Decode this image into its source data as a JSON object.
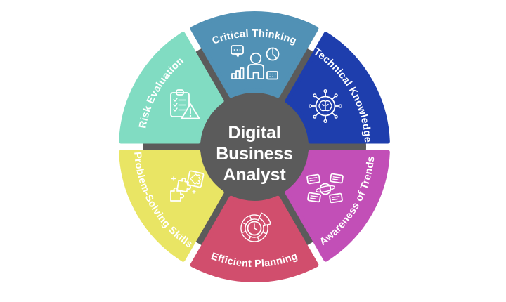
{
  "diagram": {
    "background": "#ffffff",
    "icon_color": "#ffffff",
    "center": {
      "line1": "Digital",
      "line2": "Business",
      "line3": "Analyst",
      "color": "#5b5b5b",
      "text_color": "#ffffff"
    },
    "segments": [
      {
        "label": "Critical Thinking",
        "color": "#5191b5",
        "icon": "critical-thinking-icon"
      },
      {
        "label": "Technical Knowledge",
        "color": "#1e3ead",
        "icon": "technical-knowledge-icon"
      },
      {
        "label": "Awareness of Trends",
        "color": "#c24fb7",
        "icon": "awareness-of-trends-icon"
      },
      {
        "label": "Efficient Planning",
        "color": "#d14e6d",
        "icon": "efficient-planning-icon"
      },
      {
        "label": "Problem-Solving Skills",
        "color": "#e9e564",
        "icon": "problem-solving-icon"
      },
      {
        "label": "Risk Evaluation",
        "color": "#81dcc2",
        "icon": "risk-evaluation-icon"
      }
    ]
  }
}
